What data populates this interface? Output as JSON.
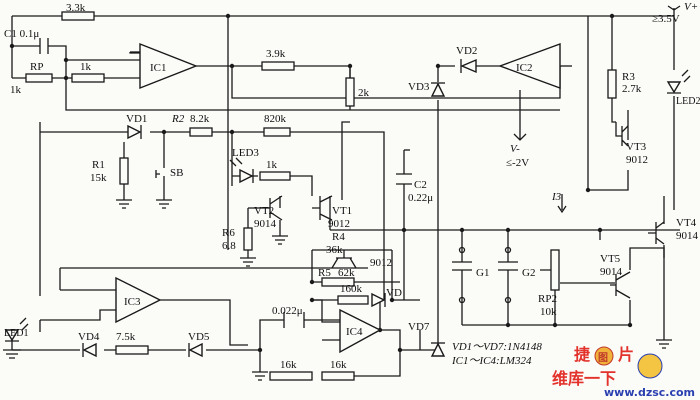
{
  "labels": {
    "r_top": "3.3k",
    "c1": "C1 0.1μ",
    "rp": "RP",
    "rp_val": "1k",
    "r_1k_in": "1k",
    "ic1": "IC1",
    "r_3_9k": "3.9k",
    "vd2": "VD2",
    "ic2": "IC2",
    "vplus": "V+",
    "vplus_val": "≥3.5V",
    "r_2k": "2k",
    "vd3": "VD3",
    "vminus": "V-",
    "vminus_val": "≤-2V",
    "r3": "R3",
    "r3_val": "2.7k",
    "led2": "LED2",
    "vd1": "VD1",
    "r2": "R2",
    "r2_val": "8.2k",
    "r_820k": "820k",
    "r1": "R1",
    "r1_val": "15k",
    "sb": "SB",
    "led3": "LED3",
    "r_1k_led3": "1k",
    "vt3": "VT3",
    "vt3_val": "9012",
    "c2": "C2",
    "c2_val": "0.22μ",
    "i3": "I3",
    "vt2": "VT2",
    "vt2_val": "9014",
    "vt1": "VT1",
    "vt1_val": "9012",
    "vt4": "VT4",
    "vt4_val": "9014",
    "r6": "R6",
    "r6_val": "6.8",
    "r4": "R4",
    "r4_val": "36k",
    "t9012": "9012",
    "vt5": "VT5",
    "vt5_val": "9014",
    "r5": "R5",
    "r5_val": "62k",
    "vd": "VD",
    "g1": "G1",
    "g2": "G2",
    "ic3": "IC3",
    "r_160k": "160k",
    "rp2": "RP2",
    "rp2_val": "10k",
    "c_0022": "0.022μ",
    "ic4": "IC4",
    "vd7": "VD7",
    "led1": "LED1",
    "vd4": "VD4",
    "r_7_5k": "7.5k",
    "vd5": "VD5",
    "r_16k_a": "16k",
    "r_16k_b": "16k",
    "note1": "VD1～VD7:1N4148",
    "note2": "IC1～IC4:LM324",
    "wm_cn1": "捷",
    "wm_cn1b": "图",
    "wm_cn1c": "片",
    "wm_cn2": "维库一下",
    "wm_url": "www.dzsc.com"
  }
}
